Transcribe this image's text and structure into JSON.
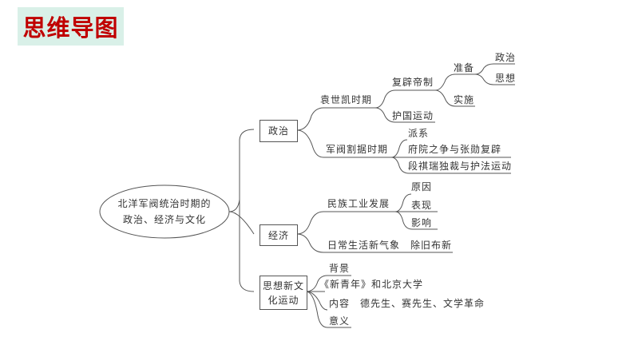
{
  "title": "思维导图",
  "root": {
    "line1": "北洋军阀统治时期的",
    "line2": "政治、经济与文化"
  },
  "politics": {
    "label": "政治",
    "yuan": {
      "label": "袁世凯时期",
      "restoration": {
        "label": "复辟帝制",
        "prepare": {
          "label": "准备",
          "items": [
            "政治",
            "思想"
          ]
        },
        "implement": "实施"
      },
      "protect": "护国运动"
    },
    "warlord": {
      "label": "军阀割据时期",
      "items": [
        "派系",
        "府院之争与张勋复辟",
        "段祺瑞独裁与护法运动"
      ]
    }
  },
  "economy": {
    "label": "经济",
    "industry": {
      "label": "民族工业发展",
      "items": [
        "原因",
        "表现",
        "影响"
      ]
    },
    "life": "日常生活新气象　除旧布新"
  },
  "culture": {
    "label_line1": "思想新文",
    "label_line2": "化运动",
    "items": [
      "背景",
      "《新青年》和北京大学",
      "内容　德先生、赛先生、文学革命",
      "意义"
    ]
  }
}
